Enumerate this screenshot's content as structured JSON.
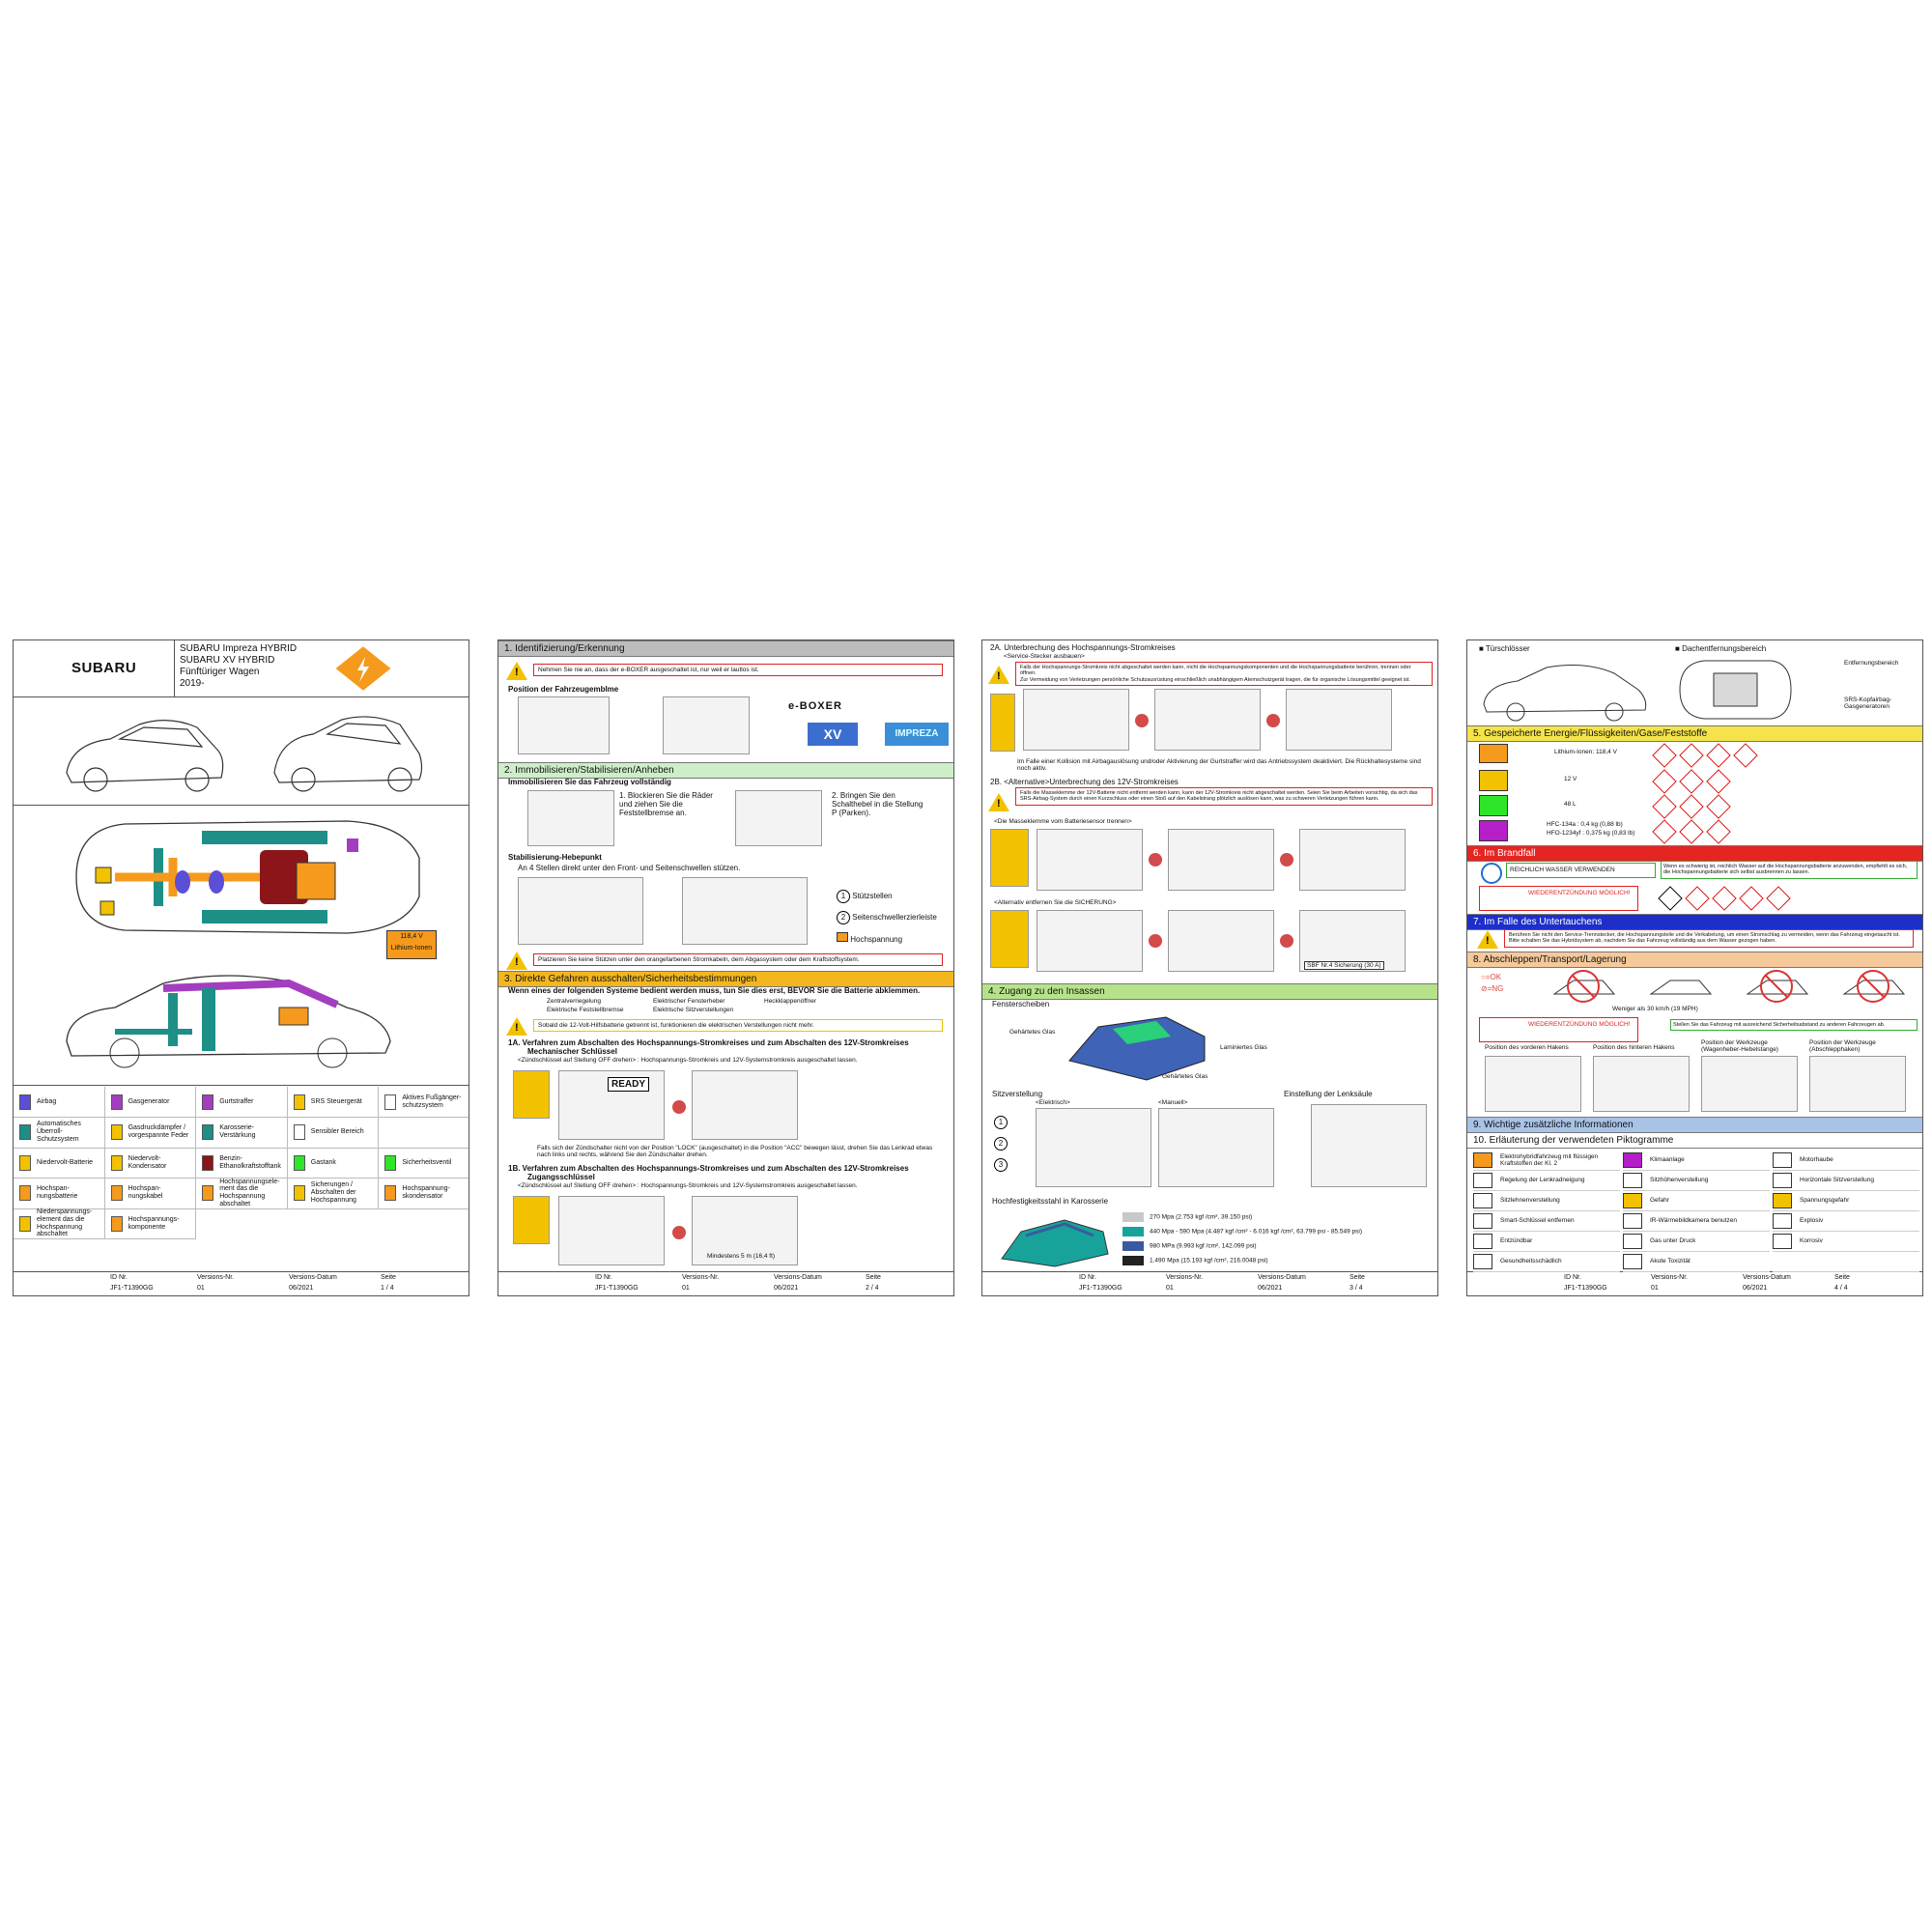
{
  "page1": {
    "brand": "SUBARU",
    "title_lines": [
      "SUBARU Impreza HYBRID",
      "SUBARU XV HYBRID",
      "Fünftüriger Wagen",
      "2019-"
    ],
    "battery_label": [
      "118,4 V",
      "Lithium-Ionen"
    ],
    "legend": [
      "Airbag",
      "Gasgenerator",
      "Gurtstraffer",
      "SRS Steuergerät",
      "Aktives Fußgänger-schutzsystem",
      "Automatisches Überroll-Schutzsystem",
      "Gasdruckdämpfer / vorgespannte Feder",
      "Karosserie-Verstärkung",
      "Sensibler Bereich",
      "",
      "Niedervolt-Batterie",
      "Niedervolt-Kondensator",
      "Benzin-Ethanolkraftstofftank",
      "Gastank",
      "Sicherheitsventil",
      "Hochspan-nungsbatterie",
      "Hochspan-nungskabel",
      "Hochspannungsele-ment das die Hochspannung abschaltet",
      "Sicherungen / Abschalten der Hochspannung",
      "Hochspannung-skondensator",
      "Niederspannungs-element das die Hochspannung abschaltet",
      "Hochspannungs-komponente"
    ]
  },
  "footer": {
    "id_label": "ID Nr.",
    "version_label": "Versions-Nr.",
    "date_label": "Versions-Datum",
    "page_label": "Seite",
    "id": "JF1-T1390GG",
    "version": "01",
    "date": "06/2021",
    "pages": [
      "1 / 4",
      "2 / 4",
      "3 / 4",
      "4 / 4"
    ]
  },
  "page2": {
    "s1": "1. Identifizierung/Erkennung",
    "s1_warn": "Nehmen Sie nie an, dass der e-BOXER ausgeschaltet ist, nur weil er lautlos ist.",
    "s1_pos": "Position der Fahrzeugemblme",
    "badge_eboxer": "e-BOXER",
    "badge_xv": "XV",
    "badge_impreza": "IMPREZA",
    "s2": "2. Immobilisieren/Stabilisieren/Anheben",
    "s2_a": "Immobilisieren Sie das Fahrzeug vollständig",
    "s2_step1": "1. Blockieren Sie die Räder und ziehen Sie die Feststellbremse an.",
    "s2_step2": "2. Bringen Sie den Schalthebel in die Stellung P (Parken).",
    "s2_b": "Stabilisierung-Hebepunkt",
    "s2_b_sub": "An 4 Stellen direkt unter den Front- und Seitenschwellen stützen.",
    "s2_l1": "Stützstellen",
    "s2_l2": "Seitenschwellerzierleiste",
    "s2_l3": "Hochspannung",
    "s2_warn": "Platzieren Sie keine Stützen unter den orangefarbenen Stromkabeln, dem Abgassystem oder dem Kraftstoffsystem.",
    "s3": "3. Direkte Gefahren ausschalten/Sicherheitsbestimmungen",
    "s3_a": "Wenn eines der folgenden Systeme bedient werden muss, tun Sie dies erst, BEVOR Sie die Batterie abklemmen.",
    "s3_list": [
      "Zentralverriegelung",
      "Elektrischer Fensterheber",
      "Heckklappenöffner",
      "Elektrische Feststellbremse",
      "Elektrische Sitzverstellungen"
    ],
    "s3_note": "Sobald die 12-Volt-Hilfsbatterie getrennt ist, funktionieren die elektrischen Verstellungen nicht mehr.",
    "s3_1a": "1A. Verfahren zum Abschalten des Hochspannungs-Stromkreises und zum Abschalten des 12V-Stromkreises",
    "s3_1a2": "Mechanischer Schlüssel",
    "s3_1a_sub": "<Zündschlüssel auf Stellung OFF drehen> : Hochspannungs-Stromkreis und 12V-Systemstromkreis ausgeschaltet lassen.",
    "ready": "READY",
    "s3_1a_note": "Falls sich der Zündschalter nicht von der Position \"LOCK\" (ausgeschaltet) in die Position \"ACC\" bewegen lässt, drehen Sie das Lenkrad etwas nach links und rechts, während Sie den Zündschalter drehen.",
    "s3_1b": "1B. Verfahren zum Abschalten des Hochspannungs-Stromkreises und zum Abschalten des 12V-Stromkreises",
    "s3_1b2": "Zugangsschlüssel",
    "s3_1b_sub": "<Zündschlüssel auf Stellung OFF drehen> : Hochspannungs-Stromkreis und 12V-Systemstromkreis ausgeschaltet lassen.",
    "distance": "Mindestens 5 m (16,4 ft)"
  },
  "page3": {
    "s2a": "2A. Unterbrechung des Hochspannungs-Stromkreises",
    "s2a_sub": "<Service-Stecker ausbauen>",
    "s2a_warn1": "Falls der Hochspannungs-Stromkreis nicht abgeschaltet werden kann, nicht die Hochspannungskomponenten und die Hochspannungsbatterie berühren, trennen oder öffnen.",
    "s2a_warn2": "Zur Vermeidung von Verletzungen persönliche Schutzausrüstung einschließlich unabhängigem Atemschutzgerät tragen, die für organische Lösungsmittel geeignet ist.",
    "s2a_note": "Im Falle einer Kollision mit Airbagauslösung und/oder Aktivierung der Gurtstraffer wird das Antriebssystem deaktiviert. Die Rückhaltesysteme sind noch aktiv.",
    "s2b": "2B. <Alternative>Unterbrechung des 12V-Stromkreises",
    "s2b_warn": "Falls die Masseklemme der 12V-Batterie nicht entfernt werden kann, kann der 12V-Stromkreis nicht abgeschaltet werden. Seien Sie beim Arbeiten vorsichtig, da sich das SRS-Airbag-System durch einen Kurzschluss oder einen Stoß auf den Kabelstrang plötzlich auslösen kann, was zu schweren Verletzungen führen kann.",
    "s2b_sub1": "<Die Masseklemme vom Batteriesensor trennen>",
    "s2b_sub2": "<Alternativ entfernen Sie die SICHERUNG>",
    "fuse": "SBF Nr.4 Sicherung (30 A)",
    "s4": "4. Zugang zu den Insassen",
    "win": "Fensterscheiben",
    "glass1": "Gehärtetes Glas",
    "glass2": "Laminiertes Glas",
    "glass3": "Gehärtetes Glas",
    "seat": "Sitzverstellung",
    "seat_e": "<Elektrisch>",
    "seat_m": "<Manuell>",
    "steer": "Einstellung der Lenksäule",
    "steel": "Hochfestigkeitsstahl in Karosserie",
    "steel_list": [
      "270 Mpa (2.753 kgf /cm², 39.150 psi)",
      "440 Mpa - 590 Mpa (4.487 kgf /cm² - 6.016 kgf /cm², 63.799 psi - 85.549 psi)",
      "980 MPa (9.993 kgf /cm², 142.099 psi)",
      "1.490 Mpa (15.193 kgf /cm², 216.0048 psi)"
    ],
    "steel_colors": [
      "#c8c8c8",
      "#17a39a",
      "#3a5aa0",
      "#222222"
    ]
  },
  "page4": {
    "door": "Türschlösser",
    "roof": "Dachentfernungsbereich",
    "roof_a": "Entfernungsbereich",
    "roof_b": "SRS-Kopfairbag-Gasgeneratoren",
    "s5": "5. Gespeicherte Energie/Flüssigkeiten/Gase/Feststoffe",
    "s5_rows": [
      "Lithium-Ionen: 118,4 V",
      "12 V",
      "48 L",
      "HFC-134a : 0,4 kg (0,88 lb)",
      "HFO-1234yf : 0,375 kg (0,83 lb)"
    ],
    "s6": "6. Im Brandfall",
    "s6_water": "REICHLICH WASSER VERWENDEN",
    "s6_note": "Wenn es schwierig ist, reichlich Wasser auf die Hochspannungsbatterie anzuwenden, empfiehlt es sich, die Hochspannungsbatterie sich selbst ausbrennen zu lassen.",
    "s6_re": "WIEDERENTZÜNDUNG MÖGLICH!",
    "s7": "7. Im Falle des Untertauchens",
    "s7_note": "Berühren Sie nicht den Service-Trennstecker, die Hochspannungsteile und die Verkabelung, um einen Stromschlag zu vermeiden, wenn das Fahrzeug eingetaucht ist. Bitte schalten Sie das Hybridsystem ab, nachdem Sie das Fahrzeug vollständig aus dem Wasser gezogen haben.",
    "s8": "8. Abschleppen/Transport/Lagerung",
    "ok": "=OK",
    "ng": "=NG",
    "speed": "Weniger als 30 km/h (19 MPH)",
    "s8_re": "WIEDERENTZÜNDUNG MÖGLICH!",
    "s8_note": "Stellen Sie das Fahrzeug mit ausreichend Sicherheitsabstand zu anderen Fahrzeugen ab.",
    "hooks": [
      "Position des vorderen Hakens",
      "Position des hinteren Hakens",
      "Position der Werkzeuge (Wagenheber-Hebelstange)",
      "Position der Werkzeuge (Abschlepphaken)"
    ],
    "s9": "9. Wichtige zusätzliche Informationen",
    "s10": "10. Erläuterung der verwendeten Piktogramme",
    "picto": [
      "Elektrohybridfahrzeug mit flüssigen Kraftstoffen der Kl. 2",
      "Klimaanlage",
      "Motorhaube",
      "Regelung der Lenkradneigung",
      "Sitzhöhenverstellung",
      "Horizontale Sitzverstellung",
      "Sitzlehnenverstellung",
      "Gefahr",
      "Spannungsgefahr",
      "Smart-Schlüssel entfernen",
      "IR-Wärmebildkamera benutzen",
      "Explosiv",
      "Entzündbar",
      "Gas unter Druck",
      "Korrosiv",
      "Gesundheitsschädlich",
      "Akute Toxizität",
      ""
    ]
  },
  "colors": {
    "hv_orange": "#f59a1c",
    "airbag_blue": "#5b4fd6",
    "reinforce_teal": "#1d8f87",
    "pretensioner_purple": "#a43ec0",
    "fuel_red": "#8b1518"
  }
}
